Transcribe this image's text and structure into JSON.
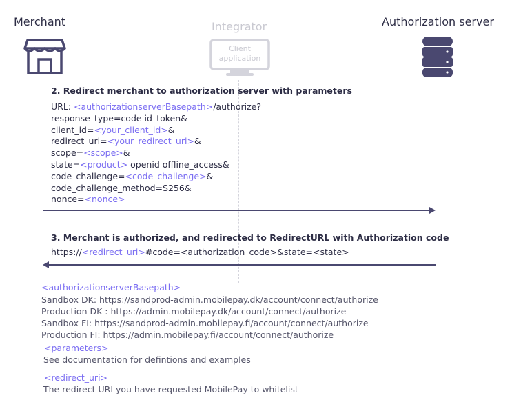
{
  "actors": {
    "merchant": "Merchant",
    "integrator": "Integrator",
    "integrator_device": [
      "Client",
      "application"
    ],
    "auth_server": "Authorization server"
  },
  "step2": {
    "title": "2. Redirect merchant to authorization server with parameters",
    "lines": [
      [
        {
          "t": "URL: "
        },
        {
          "t": "<authorizationserverBasepath>",
          "ph": true
        },
        {
          "t": "/authorize?"
        }
      ],
      [
        {
          "t": "response_type=code id_token&"
        }
      ],
      [
        {
          "t": "client_id="
        },
        {
          "t": "<your_client_id>",
          "ph": true
        },
        {
          "t": "&"
        }
      ],
      [
        {
          "t": "redirect_uri="
        },
        {
          "t": "<your_redirect_uri>",
          "ph": true
        },
        {
          "t": "&"
        }
      ],
      [
        {
          "t": "scope="
        },
        {
          "t": "<scope>",
          "ph": true
        },
        {
          "t": "&"
        }
      ],
      [
        {
          "t": "state="
        },
        {
          "t": "<product>",
          "ph": true
        },
        {
          "t": " openid offline_access&"
        }
      ],
      [
        {
          "t": "code_challenge="
        },
        {
          "t": "<code_challenge>",
          "ph": true
        },
        {
          "t": "&"
        }
      ],
      [
        {
          "t": "code_challenge_method=S256&"
        }
      ],
      [
        {
          "t": "nonce="
        },
        {
          "t": "<nonce>",
          "ph": true
        }
      ]
    ]
  },
  "step3": {
    "title": "3. Merchant is authorized, and redirected to RedirectURL with Authorization code",
    "line": [
      {
        "t": "https://"
      },
      {
        "t": "<redirect_uri>",
        "ph": true
      },
      {
        "t": "#code=<authorization_code>&state=<state>"
      }
    ]
  },
  "footer": {
    "basepath_label": "<authorizationserverBasepath>",
    "basepaths": [
      "Sandbox DK: https://sandprod-admin.mobilepay.dk/account/connect/authorize",
      "Production DK : https://admin.mobilepay.dk/account/connect/authorize",
      "Sandbox FI: https://sandprod-admin.mobilepay.fi/account/connect/authorize",
      "Production FI: https://admin.mobilepay.fi/account/connect/authorize"
    ],
    "parameters_label": "<parameters>",
    "parameters_text": "See documentation for defintions and examples",
    "redirect_label": "<redirect_uri>",
    "redirect_text": "The redirect URI you have requested MobilePay to whitelist"
  },
  "colors": {
    "placeholder": "#7b6ef2",
    "icon": "#4a4870",
    "arrow": "#4a4870",
    "dim": "#c9c9d1"
  }
}
